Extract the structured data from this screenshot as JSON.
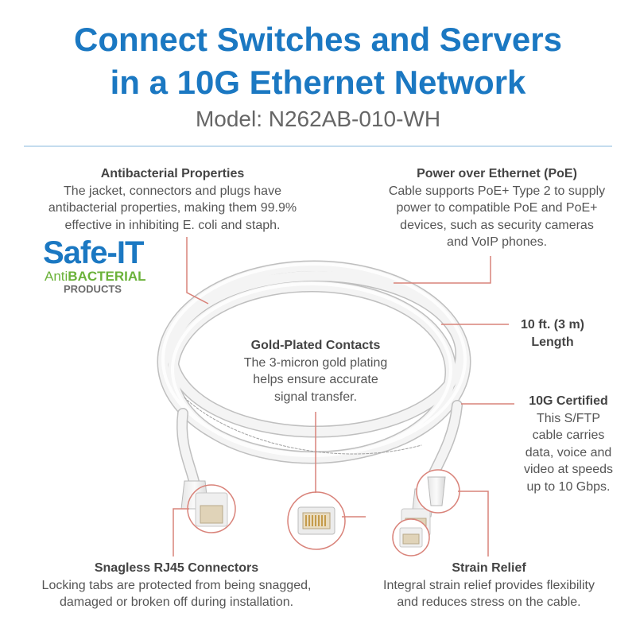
{
  "header": {
    "title_line1": "Connect Switches and Servers",
    "title_line2": "in a 10G Ethernet Network",
    "model": "Model: N262AB-010-WH"
  },
  "logo": {
    "brand_safe": "Safe",
    "brand_it": "IT",
    "anti_prefix": "Anti",
    "anti_suffix": "BACTERIAL",
    "products": "PRODUCTS"
  },
  "features": {
    "antibacterial": {
      "title": "Antibacterial Properties",
      "body_line1": "The jacket, connectors and plugs have",
      "body_line2": "antibacterial properties, making them 99.9%",
      "body_line3": "effective in inhibiting E. coli and staph."
    },
    "poe": {
      "title": "Power over Ethernet (PoE)",
      "body_line1": "Cable supports PoE+ Type 2 to supply",
      "body_line2": "power to compatible PoE and PoE+",
      "body_line3": "devices, such as security cameras",
      "body_line4": "and VoIP phones."
    },
    "gold": {
      "title": "Gold-Plated Contacts",
      "body_line1": "The 3-micron gold plating",
      "body_line2": "helps ensure accurate",
      "body_line3": "signal transfer."
    },
    "length": {
      "line1": "10 ft. (3 m)",
      "line2": "Length"
    },
    "certified": {
      "title": "10G Certified",
      "body_line1": "This S/FTP",
      "body_line2": "cable carries",
      "body_line3": "data, voice and",
      "body_line4": "video at speeds",
      "body_line5": "up to 10 Gbps."
    },
    "rj45": {
      "title": "Snagless RJ45 Connectors",
      "body_line1": "Locking tabs are protected from being snagged,",
      "body_line2": "damaged or broken off during installation."
    },
    "strain": {
      "title": "Strain Relief",
      "body_line1": "Integral strain relief provides flexibility",
      "body_line2": "and reduces stress on the cable."
    }
  },
  "colors": {
    "brand_blue": "#1b78c2",
    "callout_red": "#d9837a",
    "logo_green": "#6bb23a",
    "cable_white": "#f4f4f4"
  }
}
